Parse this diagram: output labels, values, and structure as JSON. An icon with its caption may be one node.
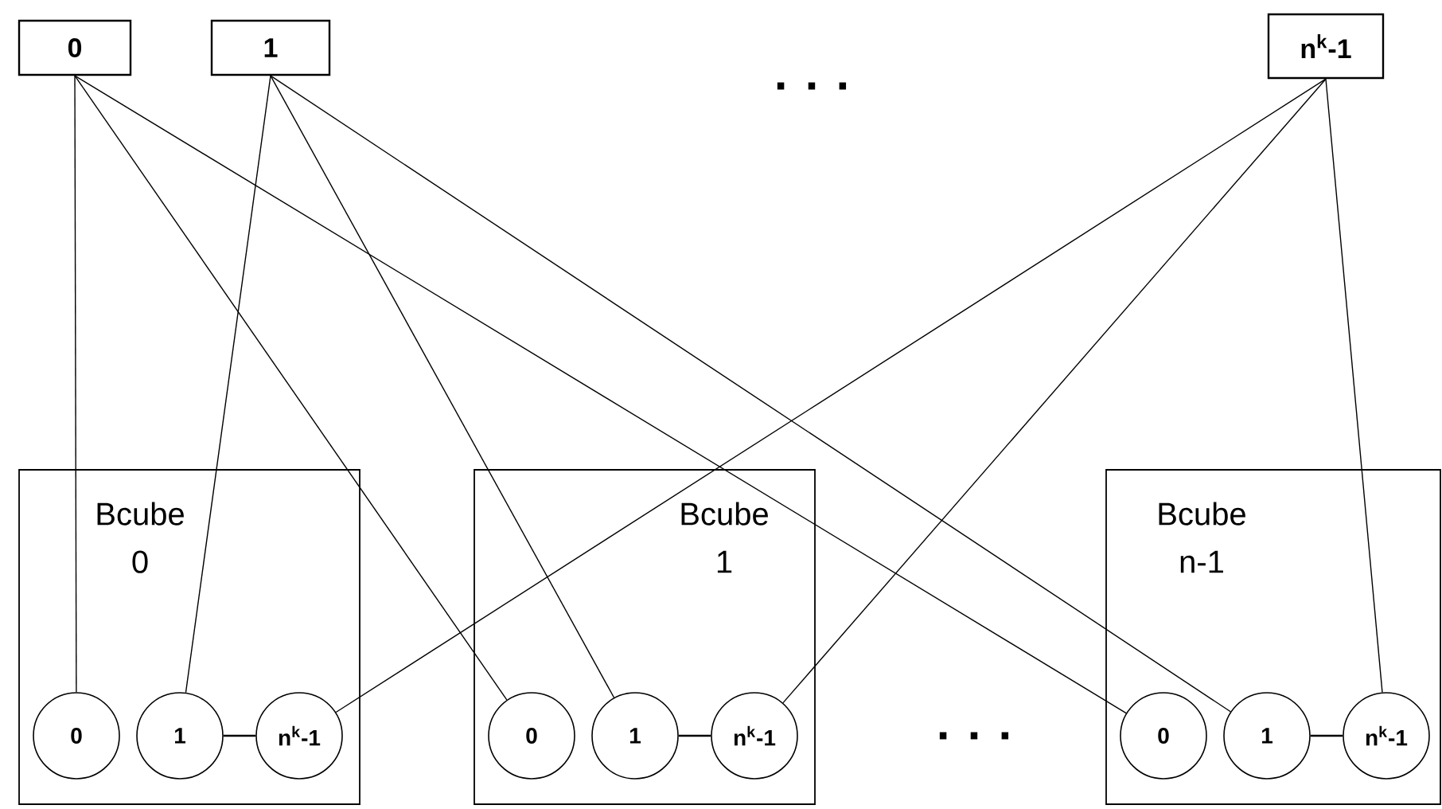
{
  "diagram": {
    "nodes": [
      {
        "text": [
          "0"
        ]
      },
      {
        "text": [
          "1"
        ]
      },
      {
        "text": [
          "n$^{k}$-1"
        ]
      },
      {
        "text": [
          "Bcube 0"
        ]
      },
      {
        "text": [
          "0"
        ],
        "in": 3
      },
      {
        "text": [
          "1"
        ],
        "in": 3
      },
      {
        "text": [
          "n$^{k}$-1"
        ],
        "in": 3
      },
      {
        "text": [
          "Bcube 1"
        ]
      },
      {
        "text": [
          "0"
        ],
        "in": 7
      },
      {
        "text": [
          "1"
        ],
        "in": 7
      },
      {
        "text": [
          "n$^{k}$-1"
        ],
        "in": 7
      },
      {
        "text": [
          "Bcube n-1"
        ]
      },
      {
        "text": [
          "0"
        ],
        "in": 11
      },
      {
        "text": [
          "1"
        ],
        "in": 11
      },
      {
        "text": [
          "n$^{k}$-1"
        ],
        "in": 11
      }
    ],
    "edges": [
      {
        "from": 0,
        "to": 4,
        "arrow": "none"
      },
      {
        "from": 0,
        "to": 8,
        "arrow": "none"
      },
      {
        "from": 0,
        "to": 12,
        "arrow": "none"
      },
      {
        "from": 1,
        "to": 5,
        "arrow": "none"
      },
      {
        "from": 1,
        "to": 9,
        "arrow": "none"
      },
      {
        "from": 1,
        "to": 13,
        "arrow": "none"
      },
      {
        "from": 2,
        "to": 6,
        "arrow": "none"
      },
      {
        "from": 2,
        "to": 10,
        "arrow": "none"
      },
      {
        "from": 2,
        "to": 14,
        "arrow": "none"
      },
      {
        "from": 5,
        "to": 6,
        "arrow": "none"
      },
      {
        "from": 9,
        "to": 10,
        "arrow": "none"
      },
      {
        "from": 13,
        "to": 14,
        "arrow": "none"
      }
    ],
    "labels": [
      ". . .",
      ". . ."
    ]
  }
}
